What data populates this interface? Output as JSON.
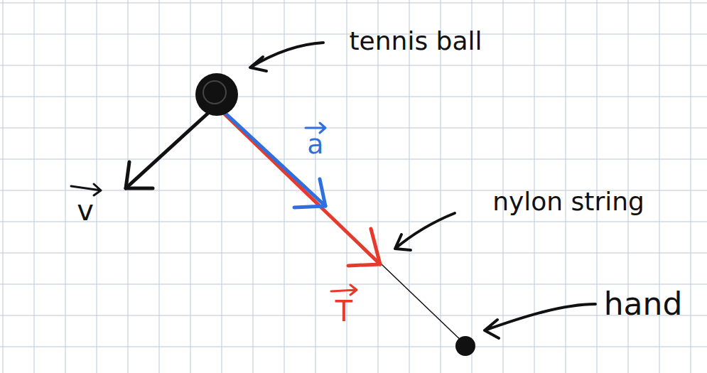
{
  "diagram": {
    "labels": [
      "tennis ball",
      "v",
      "a",
      "nylon string",
      "T",
      "hand"
    ]
  }
}
